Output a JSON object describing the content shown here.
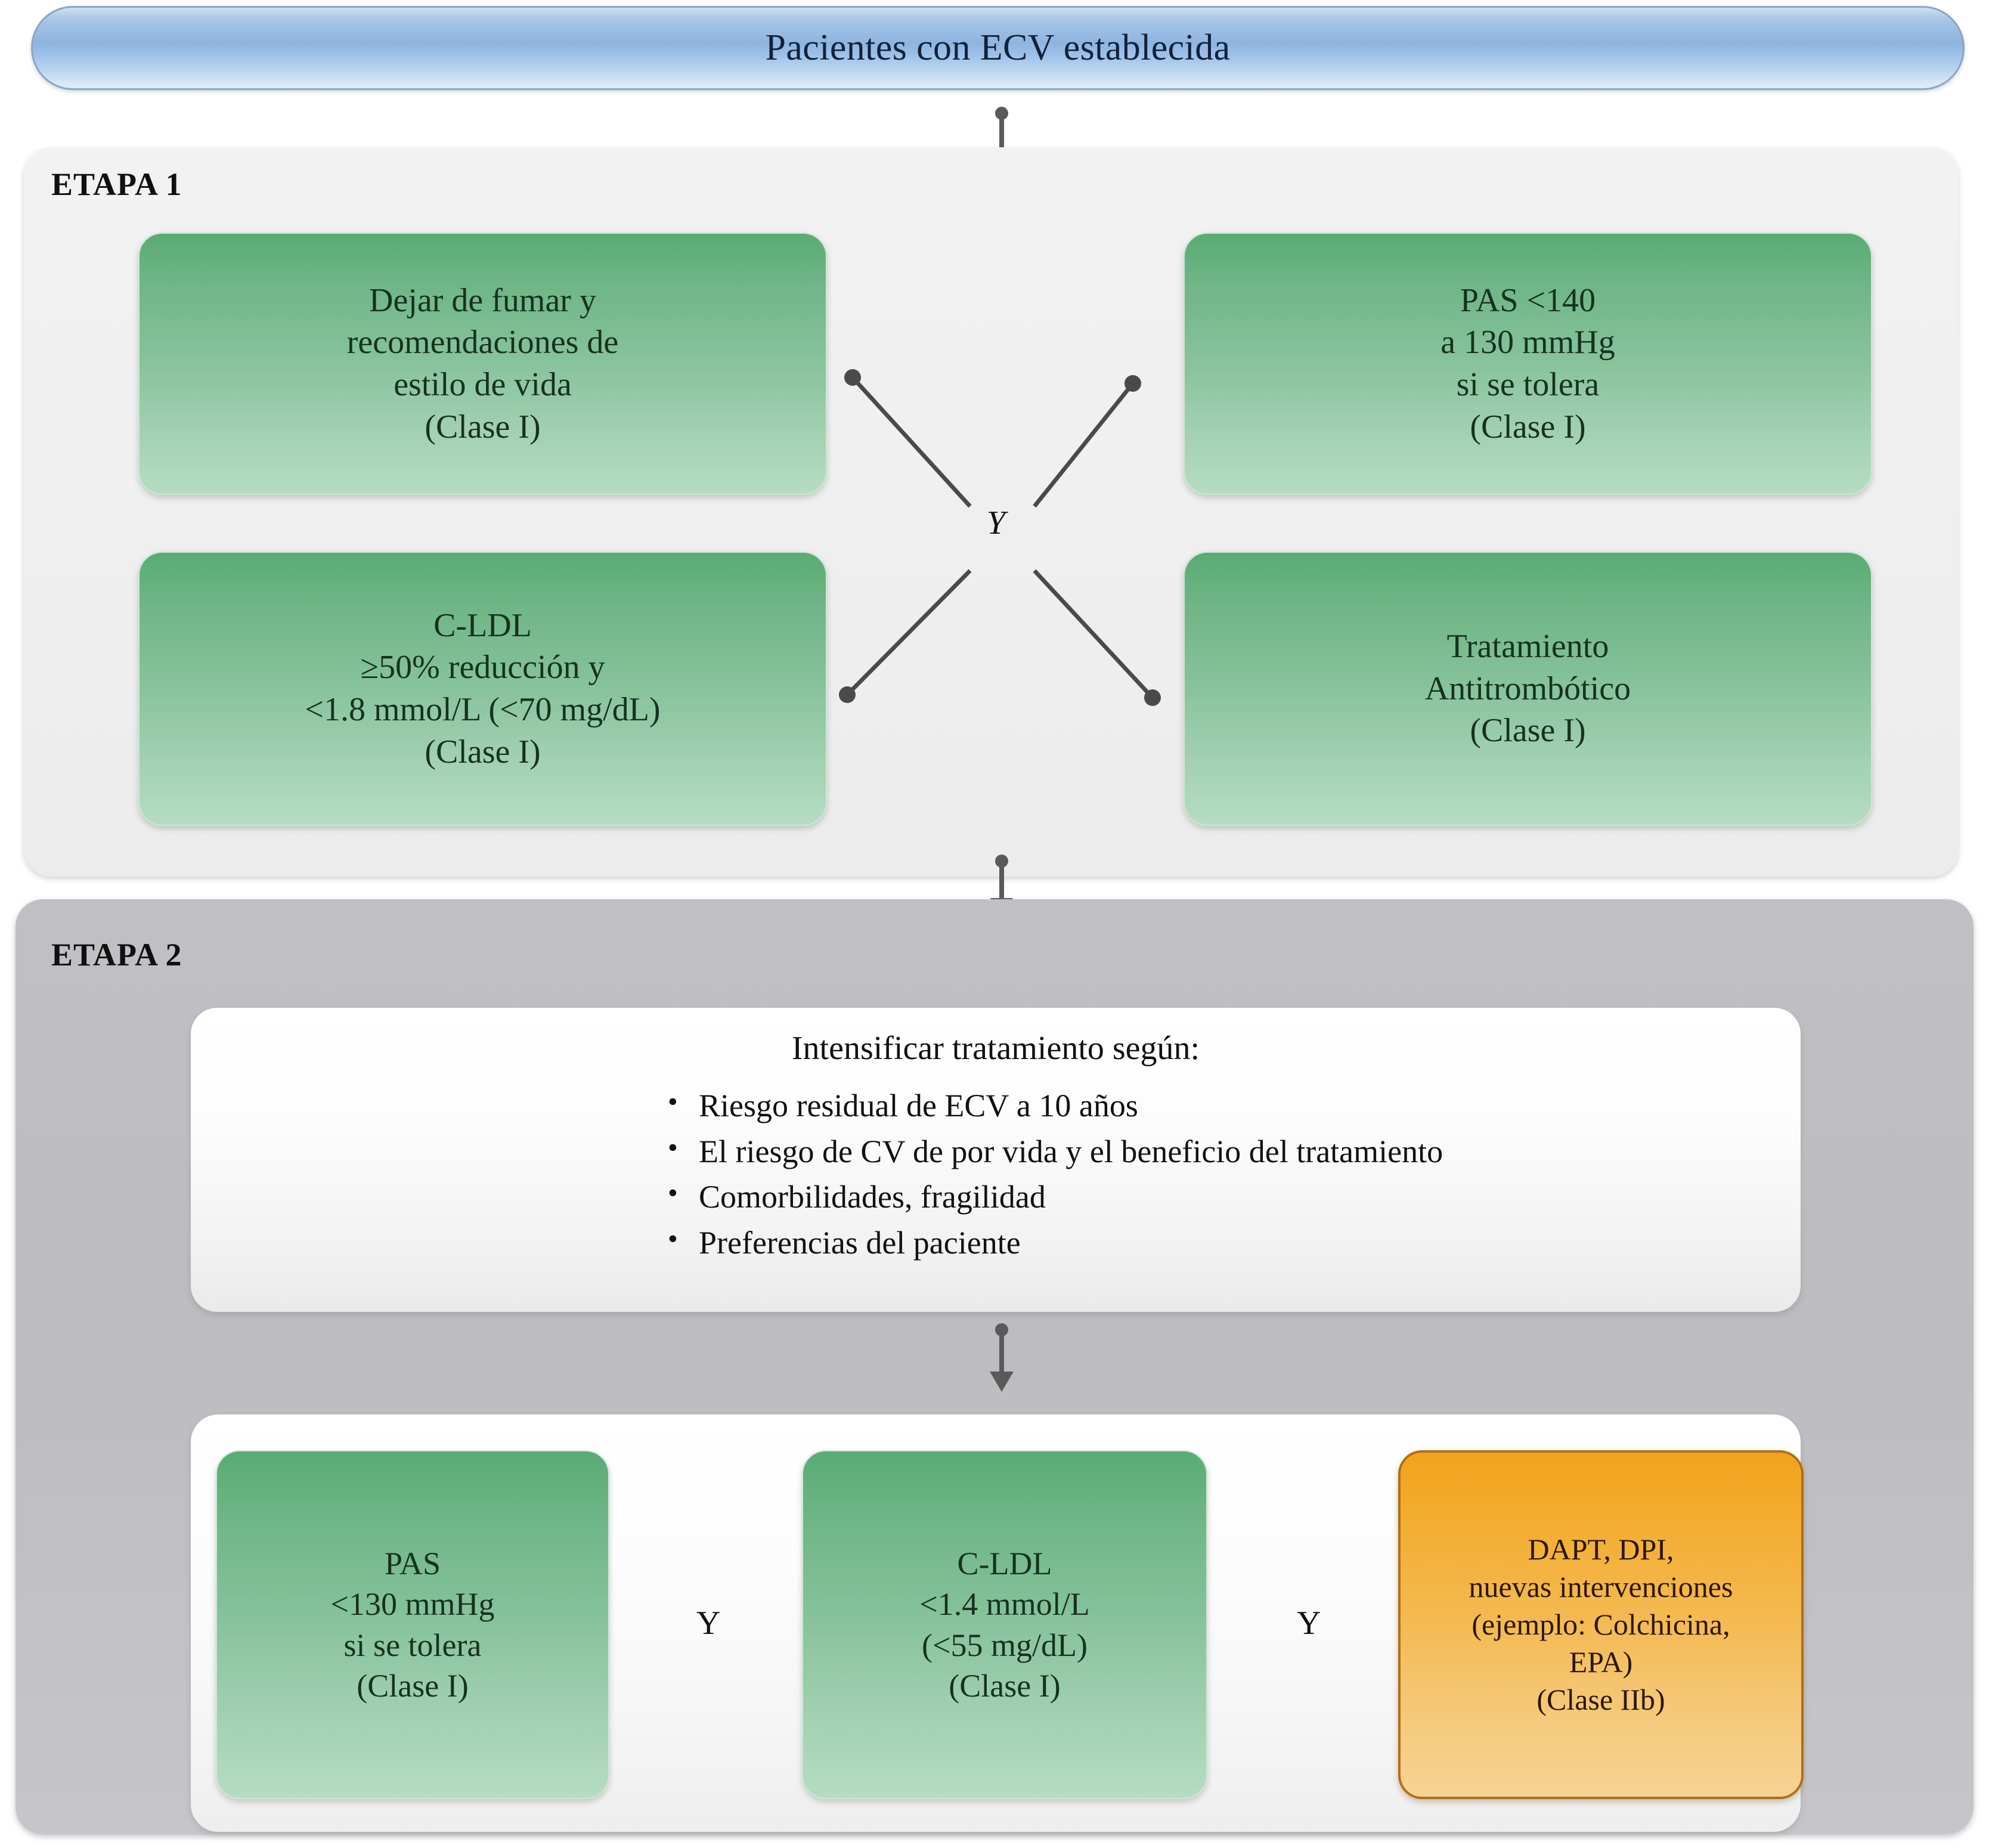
{
  "title": {
    "text": "Pacientes con ECV establecida"
  },
  "stage1": {
    "label": "ETAPA 1",
    "connector_label": "Y",
    "boxes": [
      {
        "name": "smoking-lifestyle",
        "lines": [
          "Dejar de fumar y",
          "recomendaciones de",
          "estilo de vida",
          "(Clase I)"
        ]
      },
      {
        "name": "systolic-bp-target",
        "lines": [
          "PAS <140",
          "a 130 mmHg",
          "si se tolera",
          "(Clase I)"
        ]
      },
      {
        "name": "ldl-cholesterol-target",
        "lines": [
          "C-LDL",
          "≥50% reducción y",
          "<1.8 mmol/L (<70 mg/dL)",
          "(Clase I)"
        ]
      },
      {
        "name": "antithrombotic-treatment",
        "lines": [
          "Tratamiento",
          "Antitrombótico",
          "(Clase I)"
        ]
      }
    ]
  },
  "stage2": {
    "label": "ETAPA 2",
    "intensify": {
      "heading": "Intensificar tratamiento según:",
      "bullets": [
        "Riesgo residual de ECV a 10 años",
        "El riesgo de CV de por vida y el beneficio del tratamiento",
        "Comorbilidades, fragilidad",
        "Preferencias del paciente"
      ]
    },
    "separator_label": "Y",
    "boxes": [
      {
        "name": "systolic-bp-intensive",
        "lines": [
          "PAS",
          "<130 mmHg",
          "si se tolera",
          "(Clase I)"
        ]
      },
      {
        "name": "ldl-cholesterol-intensive",
        "lines": [
          "C-LDL",
          "<1.4 mmol/L",
          "(<55 mg/dL)",
          "(Clase I)"
        ]
      },
      {
        "name": "dapt-new-interventions",
        "lines": [
          "DAPT, DPI,",
          "nuevas intervenciones",
          "(ejemplo: Colchicina,",
          "EPA)",
          "(Clase IIb)"
        ]
      }
    ]
  },
  "colors": {
    "title_banner": "#8eb4e0",
    "stage1_panel": "#efefef",
    "stage2_panel": "#bdbdc1",
    "node_green": "#86c29a",
    "node_orange": "#f4bb56",
    "orange_border": "#b06f16",
    "arrow": "#5a5a5a"
  }
}
